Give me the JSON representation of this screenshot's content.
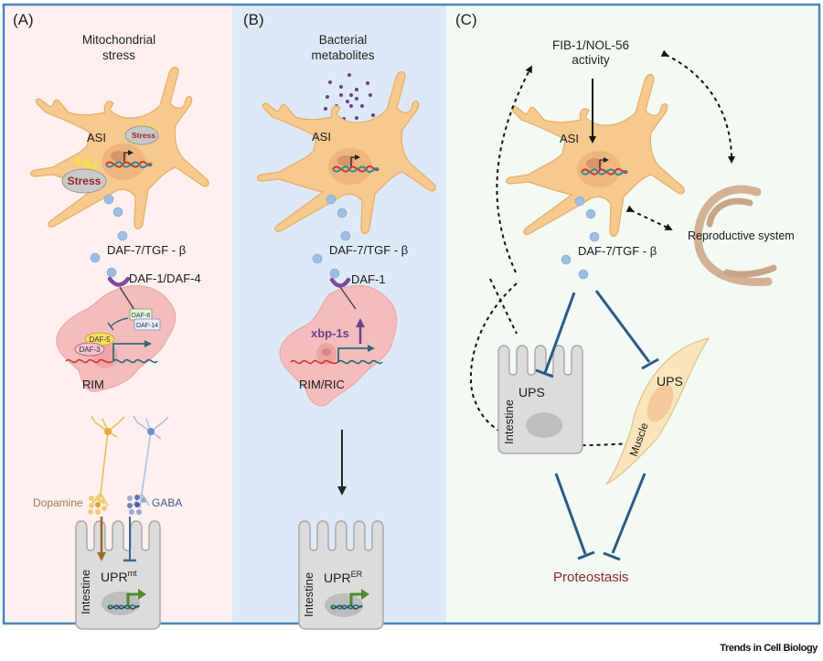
{
  "figure": {
    "credit": "Trends in Cell Biology",
    "colors": {
      "frame": "#4a86bd",
      "panel_a_bg": "#fdf0ef",
      "panel_b_bg": "#dde9f7",
      "panel_c_bg": "#f2faf3",
      "neuron": "#f6c98e",
      "neuron_edge": "#e8ad66",
      "rim_cell": "#f4bcbc",
      "intestine": "#dcdcdc",
      "inhibit_line": "#2c5a84",
      "proteostasis_text": "#8b2a2a",
      "ligand": "#9dbde3",
      "receptor": "#7d4a9e"
    }
  },
  "panels": {
    "a": {
      "letter": "(A)",
      "title_line1": "Mitochondrial",
      "title_line2": "stress",
      "neuron_label": "ASI",
      "stress_small": "Stress",
      "stress_large": "Stress",
      "ligand_label": "DAF-7/TGF - β",
      "receptor_label": "DAF-1/DAF-4",
      "daf8": "DAF-8",
      "daf14": "DAF-14",
      "daf5": "DAF-5",
      "daf3": "DAF-3",
      "cell_label": "RIM",
      "dopamine": "Dopamine",
      "gaba": "GABA",
      "intestine": "Intestine",
      "upr_base": "UPR",
      "upr_sup": "mt"
    },
    "b": {
      "letter": "(B)",
      "title_line1": "Bacterial",
      "title_line2": "metabolites",
      "neuron_label": "ASI",
      "ligand_label": "DAF-7/TGF - β",
      "receptor_label": "DAF-1",
      "xbp": "xbp-1s",
      "cell_label": "RIM/RIC",
      "intestine": "Intestine",
      "upr_base": "UPR",
      "upr_sup": "ER"
    },
    "c": {
      "letter": "(C)",
      "title_line1": "FIB-1/NOL-56",
      "title_line2": "activity",
      "neuron_label": "ASI",
      "ligand_label": "DAF-7/TGF - β",
      "reproductive": "Reproductive system",
      "intestine": "Intestine",
      "ups_intestine": "UPS",
      "ups_muscle": "UPS",
      "muscle": "Muscle",
      "proteostasis": "Proteostasis"
    }
  }
}
